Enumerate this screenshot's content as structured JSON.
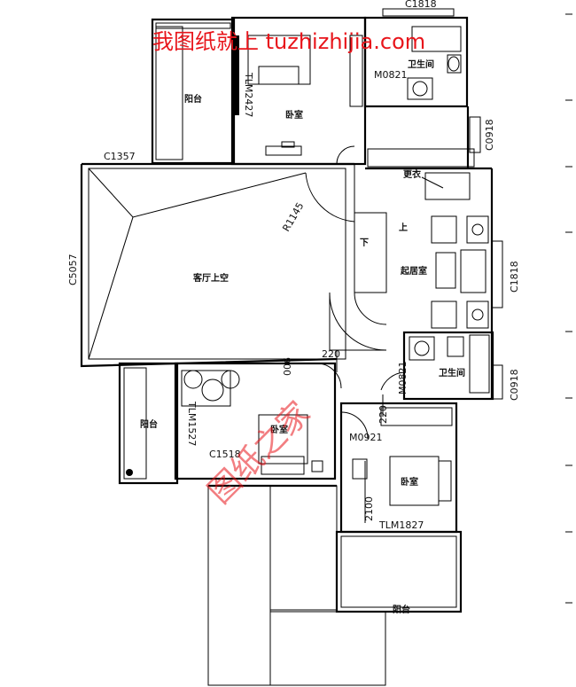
{
  "watermark": {
    "site_text": "我图纸就上 tuzhizhijia.com",
    "diag_text": "图纸之家"
  },
  "window_codes": {
    "c1818_top": "C1818",
    "c1357": "C1357",
    "c0918_upper": "C0918",
    "c1818_right": "C1818",
    "c0918_lower": "C0918",
    "c5057": "C5057",
    "c1518": "C1518"
  },
  "door_codes": {
    "tlm2427": "TLM2427",
    "m0821_upper": "M0821",
    "m0821_lower": "M0821",
    "r1145": "R1145",
    "tlm1527": "TLM1527",
    "m0921": "M0921",
    "tlm1827": "TLM1827"
  },
  "rooms": {
    "balcony_top_left": "阳台",
    "bedroom_top": "卧室",
    "bathroom_top": "卫生间",
    "dressing": "更衣",
    "living_void": "客厅上空",
    "stair_up": "上",
    "stair_down": "下",
    "family_room": "起居室",
    "bathroom_mid": "卫生间",
    "balcony_left": "阳台",
    "bedroom_mid": "卧室",
    "bedroom_bottom_right": "卧室",
    "balcony_bottom": "阳台"
  },
  "dimensions": {
    "d2100": "2100",
    "d220_a": "220",
    "d220_b": "220",
    "d900": "900"
  },
  "colors": {
    "walls": "#000000",
    "watermark": "#e8151b",
    "background": "#ffffff"
  }
}
